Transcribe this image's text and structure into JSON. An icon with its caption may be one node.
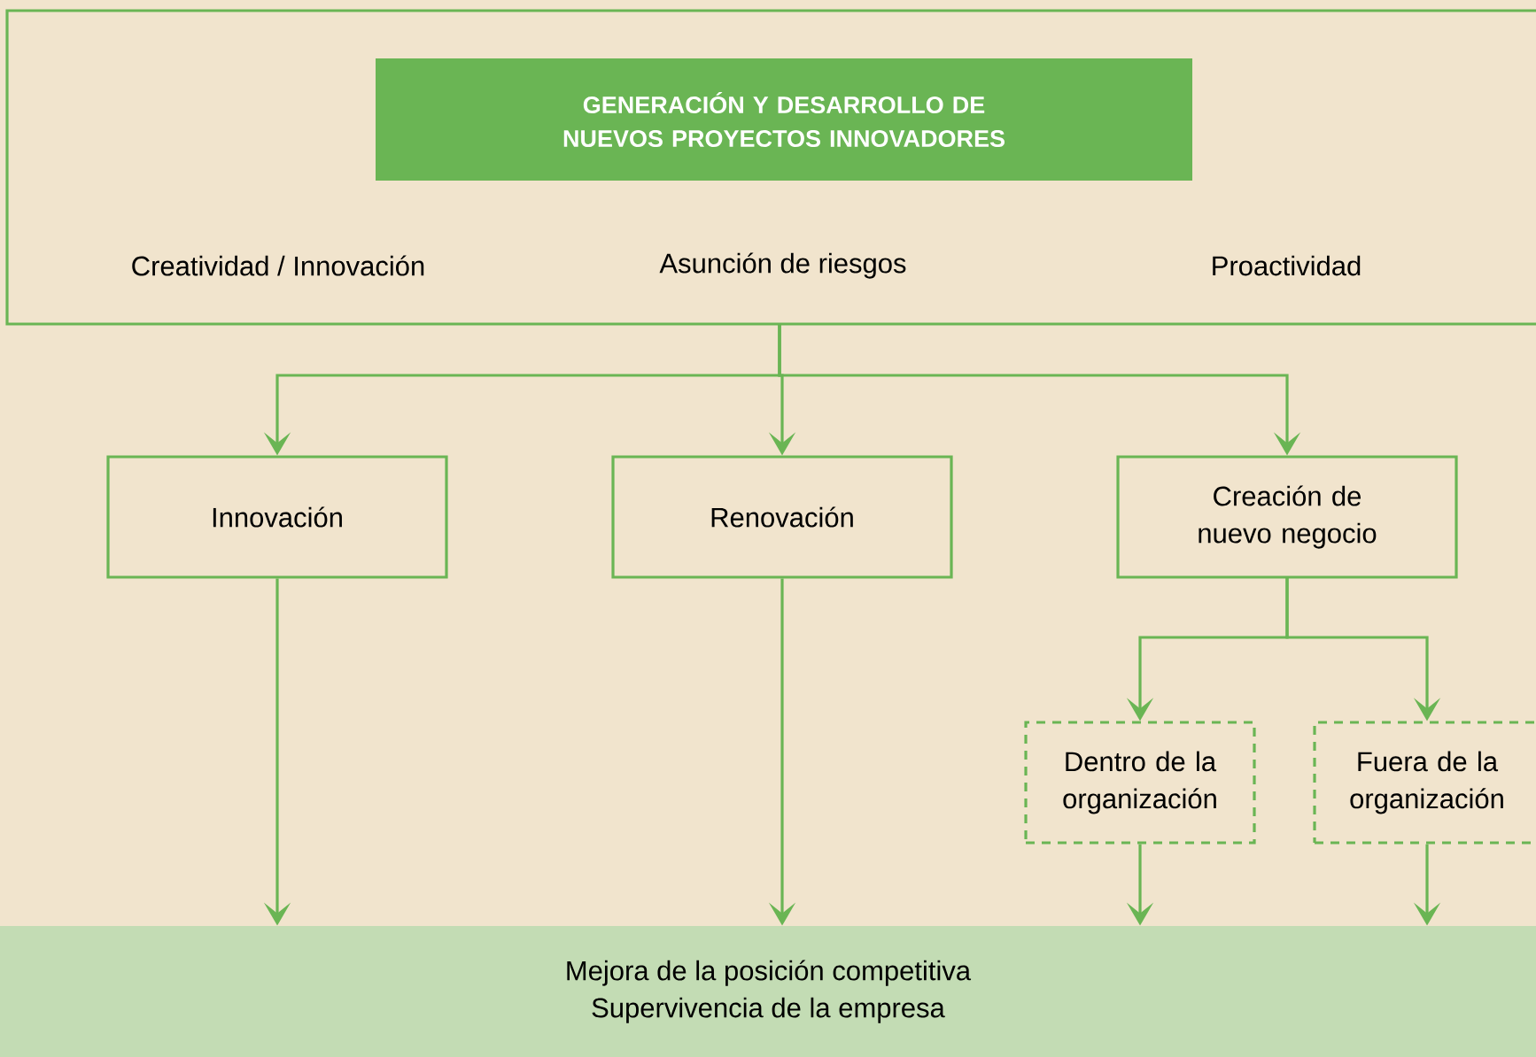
{
  "diagram": {
    "nodes": [
      {
        "text": [
          "Creatividad / Innovación",
          "Asunción de riesgos",
          "Proactividad"
        ]
      },
      {
        "text": [
          "GENERACIÓN Y DESARROLLO DE NUEVOS PROYECTOS INNOVADORES"
        ],
        "in": 0
      },
      {
        "text": [
          "Innovación"
        ]
      },
      {
        "text": [
          "Renovación"
        ]
      },
      {
        "text": [
          "Creación de nuevo negocio"
        ]
      },
      {
        "text": [
          "Dentro de la organización"
        ]
      },
      {
        "text": [
          "Fuera de la organización"
        ]
      },
      {
        "text": [
          "Mejora de la posición competitiva",
          "Supervivencia de la empresa"
        ]
      }
    ],
    "edges": [
      {
        "from": 0,
        "to": 2,
        "arrow": "to"
      },
      {
        "from": 0,
        "to": 3,
        "arrow": "to"
      },
      {
        "from": 0,
        "to": 4,
        "arrow": "to"
      },
      {
        "from": 4,
        "to": 5,
        "arrow": "to"
      },
      {
        "from": 4,
        "to": 6,
        "arrow": "to"
      },
      {
        "from": 2,
        "to": 7,
        "arrow": "to"
      },
      {
        "from": 3,
        "to": 7,
        "arrow": "to"
      },
      {
        "from": 5,
        "to": 7,
        "arrow": "to"
      },
      {
        "from": 6,
        "to": 7,
        "arrow": "to"
      }
    ]
  }
}
